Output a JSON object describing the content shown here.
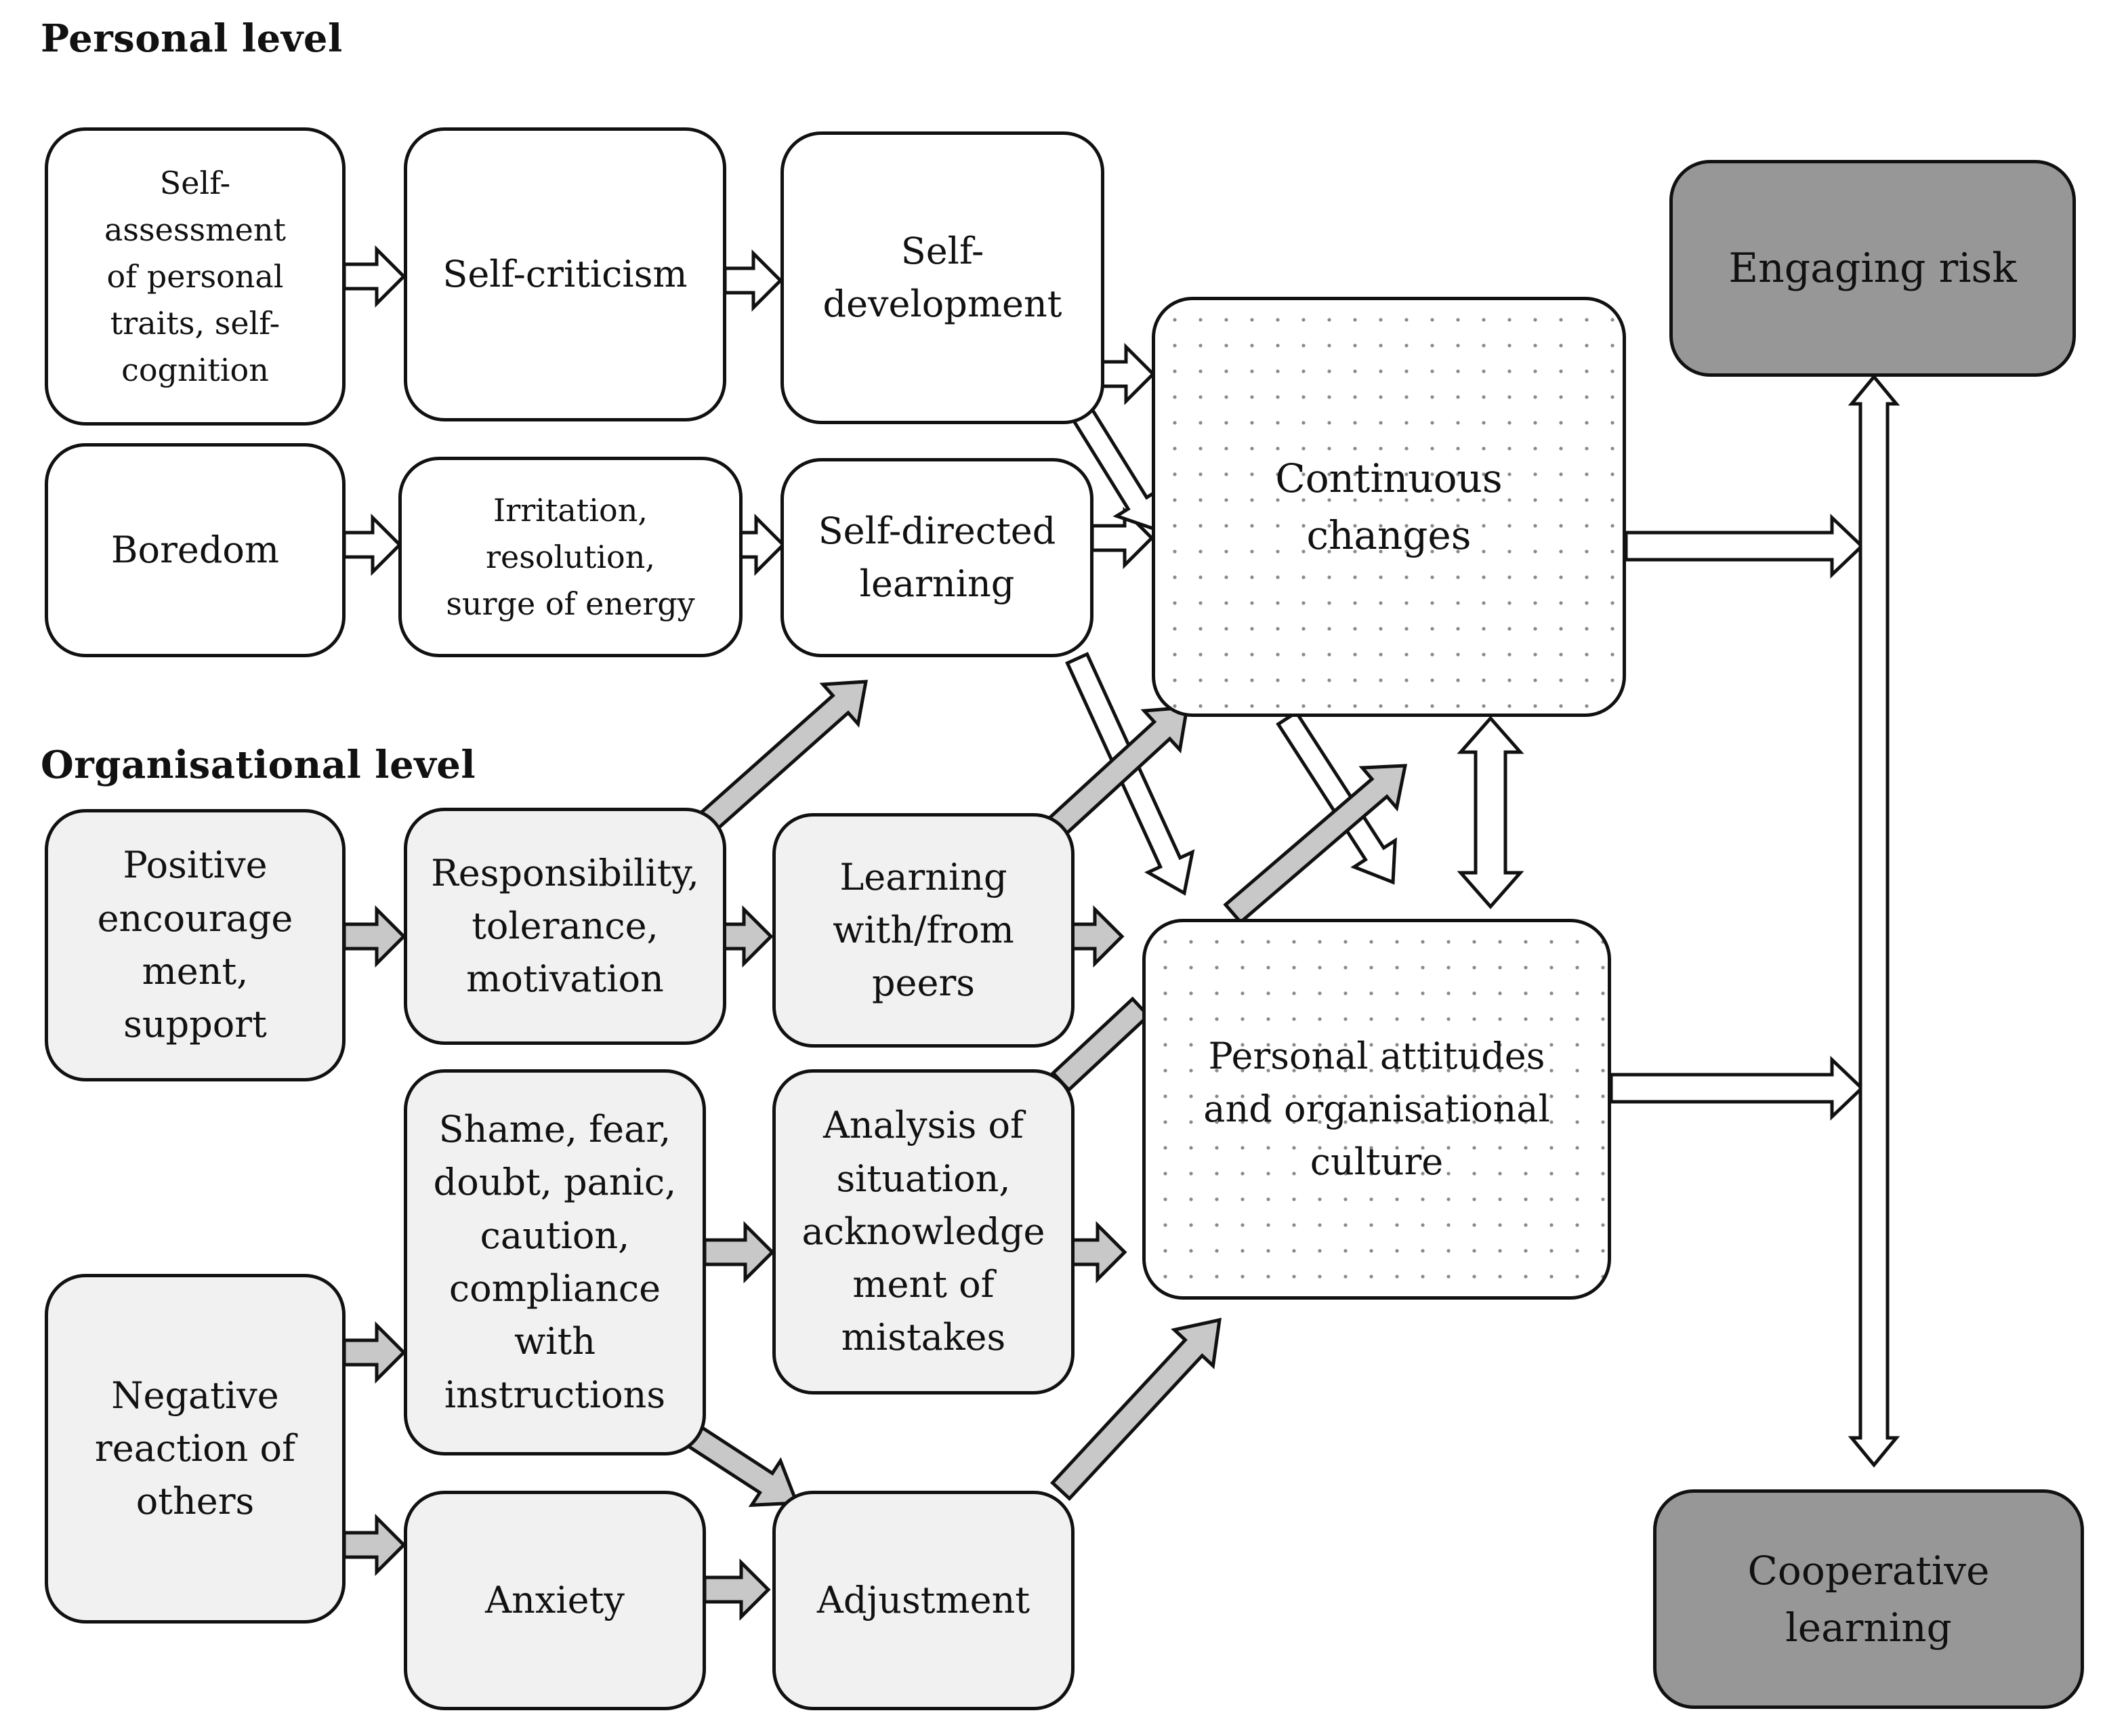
{
  "sections": {
    "personal": "Personal level",
    "organisational": "Organisational level"
  },
  "personal_level": {
    "self_assessment": "Self-\nassessment\nof personal\ntraits, self-\ncognition",
    "self_criticism": "Self-criticism",
    "self_development": "Self-\ndevelopment",
    "boredom": "Boredom",
    "irritation": "Irritation,\nresolution,\nsurge of energy",
    "self_directed": "Self-directed\nlearning"
  },
  "organisational_level": {
    "positive": "Positive\nencourage\nment,\nsupport",
    "responsibility": "Responsibility,\ntolerance,\nmotivation",
    "learning_peers": "Learning\nwith/from\npeers",
    "negative": "Negative\nreaction of\nothers",
    "shame": "Shame, fear,\ndoubt, panic,\ncaution,\ncompliance\nwith\ninstructions",
    "analysis": "Analysis of\nsituation,\nacknowledge\nment of\nmistakes",
    "anxiety": "Anxiety",
    "adjustment": "Adjustment"
  },
  "central": {
    "continuous_changes": "Continuous\nchanges",
    "personal_attitudes": "Personal attitudes\nand organisational\nculture"
  },
  "outcomes": {
    "engaging_risk": "Engaging risk",
    "cooperative_learning": "Cooperative\nlearning"
  },
  "colors": {
    "personal_fill": "#ffffff",
    "organisational_fill": "#f1f1f1",
    "outcome_fill": "#979797",
    "arrow_white": "#ffffff",
    "arrow_gray": "#c8c8c8",
    "stroke": "#111111"
  }
}
